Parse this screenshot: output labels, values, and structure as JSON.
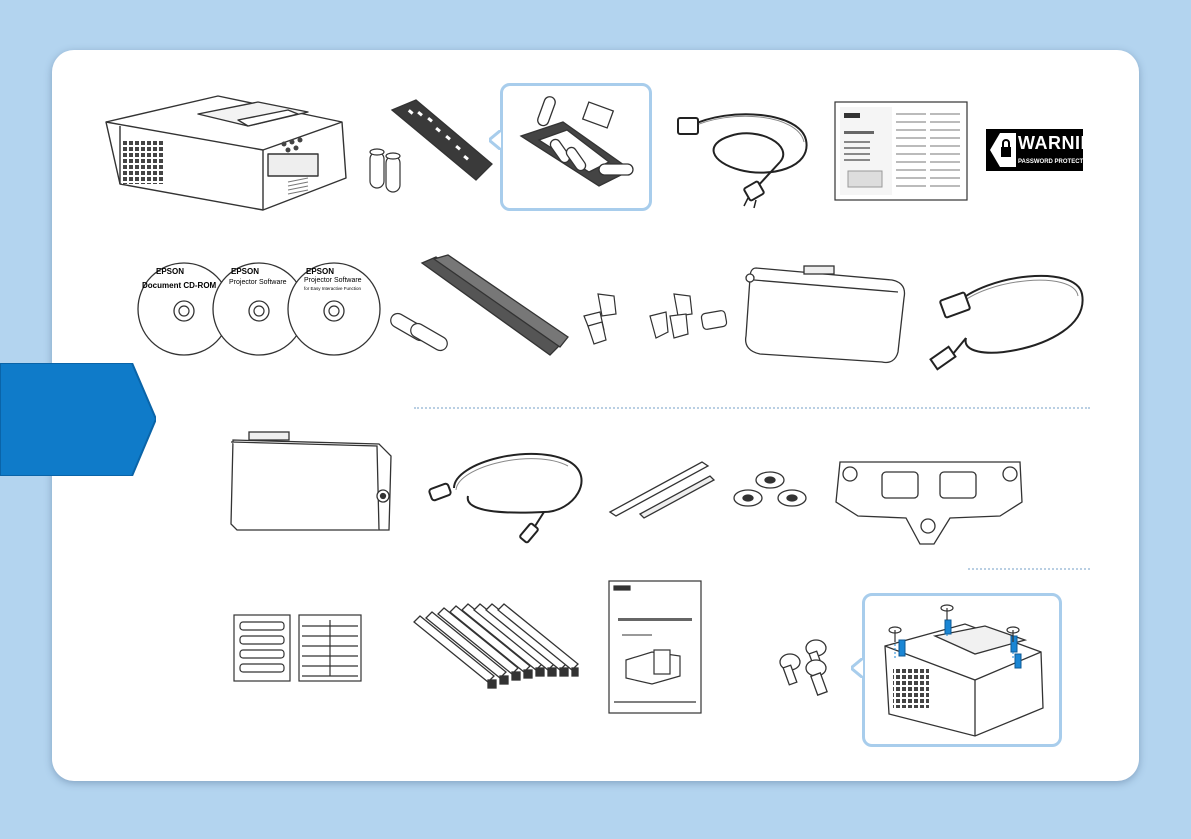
{
  "brand": "EPSON",
  "discs": [
    {
      "brand": "EPSON",
      "title": "Document CD-ROM",
      "subtitle": ""
    },
    {
      "brand": "EPSON",
      "title": "Projector Software",
      "subtitle": ""
    },
    {
      "brand": "EPSON",
      "title": "Projector Software",
      "subtitle": "for Easy Interactive Function"
    }
  ],
  "warning_label": {
    "title": "WARNING",
    "subtitle": "PASSWORD PROTECTED"
  },
  "colors": {
    "background": "#b3d4ef",
    "tab": "#0f7bc9",
    "callout_border": "#a8cdec",
    "line": "#333333"
  }
}
